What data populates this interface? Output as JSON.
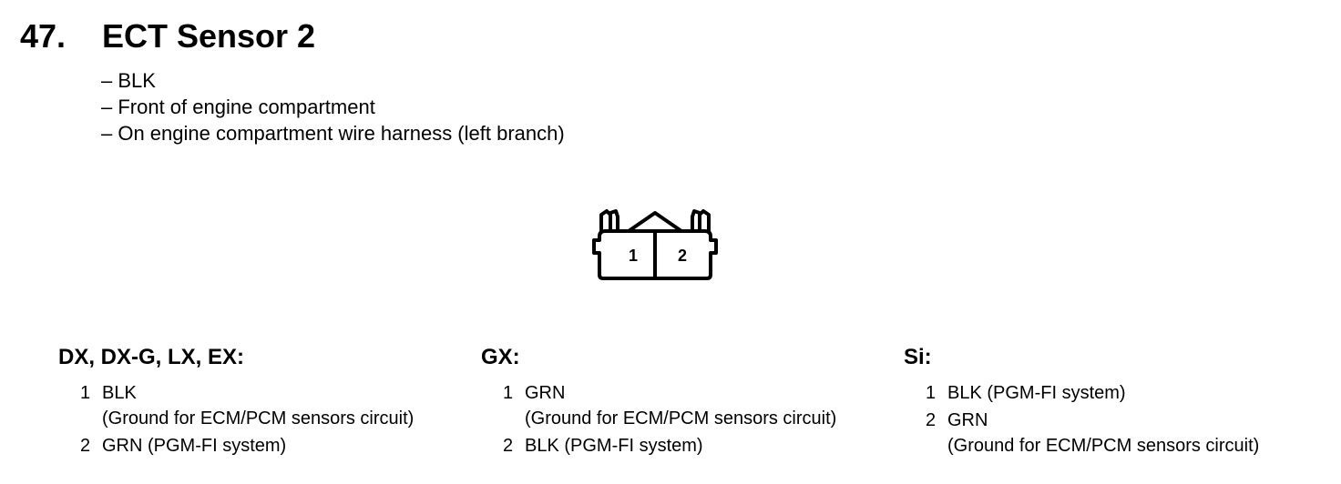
{
  "header": {
    "number": "47.",
    "title": "ECT Sensor 2"
  },
  "details": [
    "– BLK",
    "– Front of engine compartment",
    "– On engine compartment wire harness (left branch)"
  ],
  "connector": {
    "pins": [
      "1",
      "2"
    ]
  },
  "variants": [
    {
      "title": "DX, DX-G, LX, EX:",
      "pins": [
        {
          "num": "1",
          "wire": "BLK",
          "note": "(Ground for ECM/PCM sensors circuit)"
        },
        {
          "num": "2",
          "wire": "GRN (PGM-FI system)",
          "note": ""
        }
      ]
    },
    {
      "title": "GX:",
      "pins": [
        {
          "num": "1",
          "wire": "GRN",
          "note": "(Ground for ECM/PCM sensors circuit)"
        },
        {
          "num": "2",
          "wire": "BLK (PGM-FI system)",
          "note": ""
        }
      ]
    },
    {
      "title": "Si:",
      "pins": [
        {
          "num": "1",
          "wire": "BLK (PGM-FI system)",
          "note": ""
        },
        {
          "num": "2",
          "wire": "GRN",
          "note": "(Ground for ECM/PCM sensors circuit)"
        }
      ]
    }
  ]
}
